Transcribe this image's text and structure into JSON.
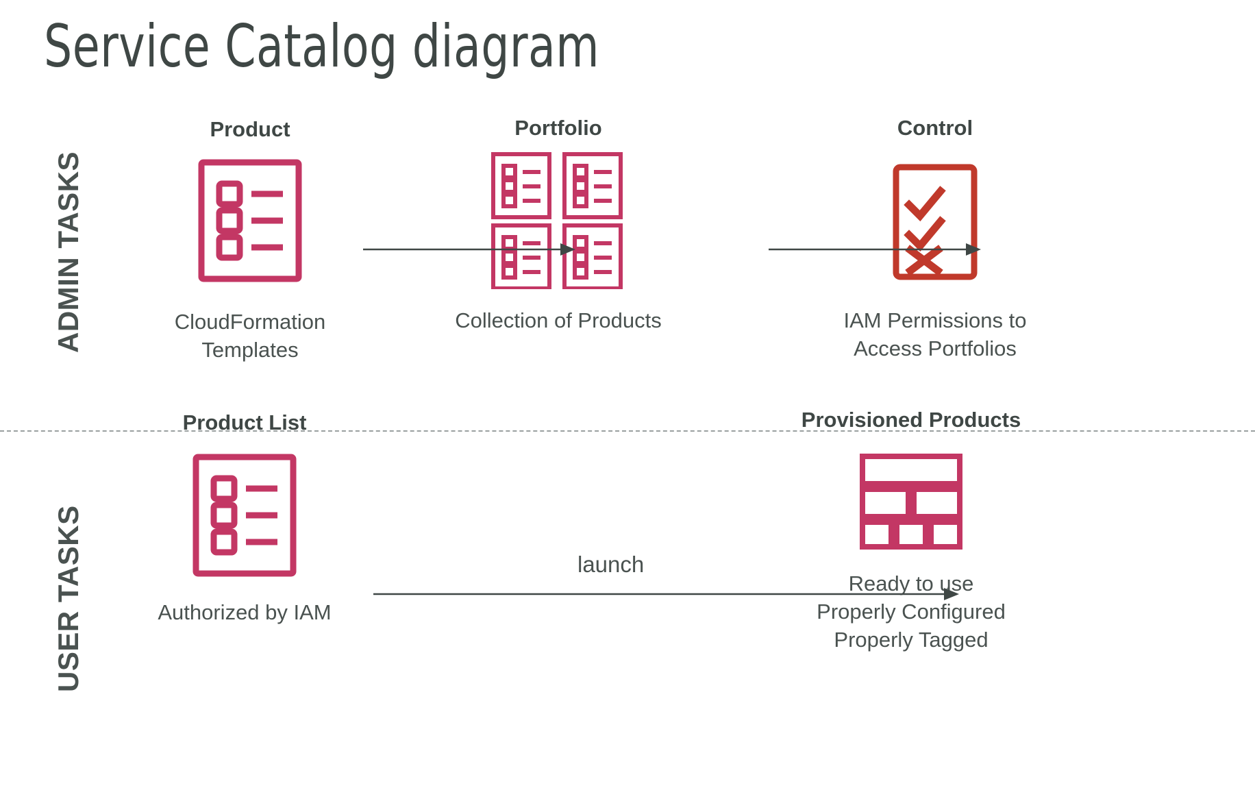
{
  "title": "Service Catalog diagram",
  "colors": {
    "product_pink": "#C33764",
    "control_red": "#C0392B",
    "text_dark": "#3f4745",
    "text_body": "#4a5250",
    "divider": "#9aa0a0",
    "background": "#ffffff"
  },
  "bands": [
    {
      "id": "admin",
      "label": "ADMIN TASKS"
    },
    {
      "id": "user",
      "label": "USER TASKS"
    }
  ],
  "divider": {
    "style": "dashed"
  },
  "nodes": {
    "product": {
      "title": "Product",
      "caption": "CloudFormation\nTemplates",
      "caption_lines": [
        "CloudFormation",
        "Templates"
      ],
      "icon": "product-list-icon",
      "rows": 3
    },
    "portfolio": {
      "title": "Portfolio",
      "caption": "Collection of Products",
      "caption_lines": [
        "Collection of Products"
      ],
      "icon": "portfolio-grid-icon",
      "tiles": 4,
      "rows_per_tile": 3
    },
    "control": {
      "title": "Control",
      "caption": "IAM Permissions to\nAccess Portfolios",
      "caption_lines": [
        "IAM Permissions to",
        "Access Portfolios"
      ],
      "icon": "checklist-icon",
      "marks": [
        "check",
        "check",
        "cross"
      ]
    },
    "product_list": {
      "title": "Product List",
      "caption": "Authorized by IAM",
      "caption_lines": [
        "Authorized by IAM"
      ],
      "icon": "product-list-icon",
      "rows": 3
    },
    "provisioned": {
      "title": "Provisioned Products",
      "caption": "Ready to use\nProperly Configured\nProperly Tagged",
      "caption_lines": [
        "Ready to use",
        "Properly Configured",
        "Properly Tagged"
      ],
      "icon": "provisioned-blocks-icon",
      "blocks": [
        1,
        2,
        3
      ]
    }
  },
  "arrows": [
    {
      "id": "product-to-portfolio",
      "from": "product",
      "to": "portfolio",
      "label": ""
    },
    {
      "id": "portfolio-to-control",
      "from": "portfolio",
      "to": "control",
      "label": ""
    },
    {
      "id": "launch",
      "from": "product_list",
      "to": "provisioned",
      "label": "launch"
    }
  ],
  "launch_label": "launch"
}
